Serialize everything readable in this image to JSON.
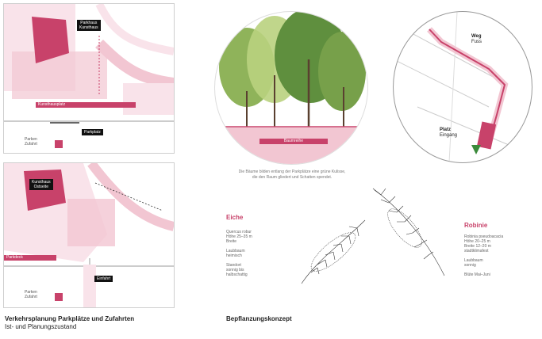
{
  "colors": {
    "accent": "#c8426a",
    "accent_light": "#f2c6d2",
    "accent_pale": "#f9e3ea",
    "dark": "#111111",
    "tree_green": "#5f8f3e"
  },
  "map_top": {
    "label_dark": "Parkhaus",
    "label_dark_sub": "Kunsthaus",
    "label_bar": "Kunsthausplatz",
    "label_tag": "Parkplatz",
    "legend_item": "Parken",
    "legend_sub": "Zufahrt"
  },
  "map_bottom": {
    "label_dark": "Kunsthaus",
    "label_dark_sub": "Ostseite",
    "label_bar": "Parkdeck",
    "label_tag": "Einfahrt",
    "legend_item": "Parken",
    "legend_sub": "Zufahrt"
  },
  "tree_circle": {
    "band_label": "Baumreihe"
  },
  "map_circle": {
    "label_top": "Weg",
    "label_top_sub": "Fuss",
    "label_bottom": "Platz",
    "label_bottom_sub": "Eingang"
  },
  "center_text": {
    "paragraph": "Die Bäume bilden entlang der Parkplätze eine grüne Kulisse, die den Raum gliedert und Schatten spendet."
  },
  "legend_left": {
    "title": "Eiche",
    "text": "Quercus robur\nHöhe 25–35 m\nBreite\n\nLaubbaum\nheimisch\n\nStandort\nsonnig bis\nhalbschattig"
  },
  "legend_right": {
    "title": "Robinie",
    "text": "Robinia pseudoacacia\nHöhe 20–25 m\nBreite 12–20 m\nstadtklimafest\n\nLaubbaum\nsonnig\n\nBlüte Mai–Juni"
  },
  "captions": {
    "left": "Verkehrsplanung Parkplätze und Zufahrten",
    "left_line2": "Ist- und Planungszustand",
    "center": "Bepflanzungskonzept"
  }
}
